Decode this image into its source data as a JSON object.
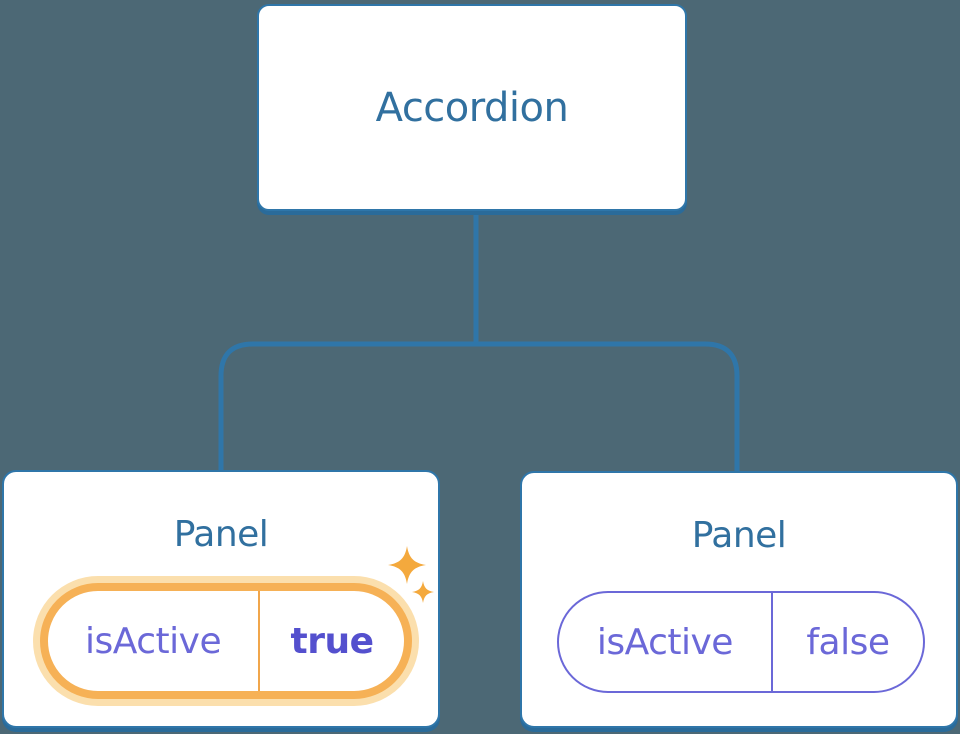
{
  "colors": {
    "background": "#4C6875",
    "connector": "#2F76A9",
    "node_border": "#2F76A9",
    "node_shadow": "#2A6B9A",
    "heading_text": "#31709F",
    "state_text": "#6B68D8",
    "state_value_active": "#5450CE",
    "highlight_border": "#F6B156",
    "highlight_halo": "#FBDFAD",
    "highlight_divider": "#F1A64B",
    "sparkle": "#F4A93D"
  },
  "diagram": {
    "root": {
      "label": "Accordion"
    },
    "children": [
      {
        "label": "Panel",
        "state_name": "isActive",
        "state_value": "true",
        "highlighted": true
      },
      {
        "label": "Panel",
        "state_name": "isActive",
        "state_value": "false",
        "highlighted": false
      }
    ]
  }
}
